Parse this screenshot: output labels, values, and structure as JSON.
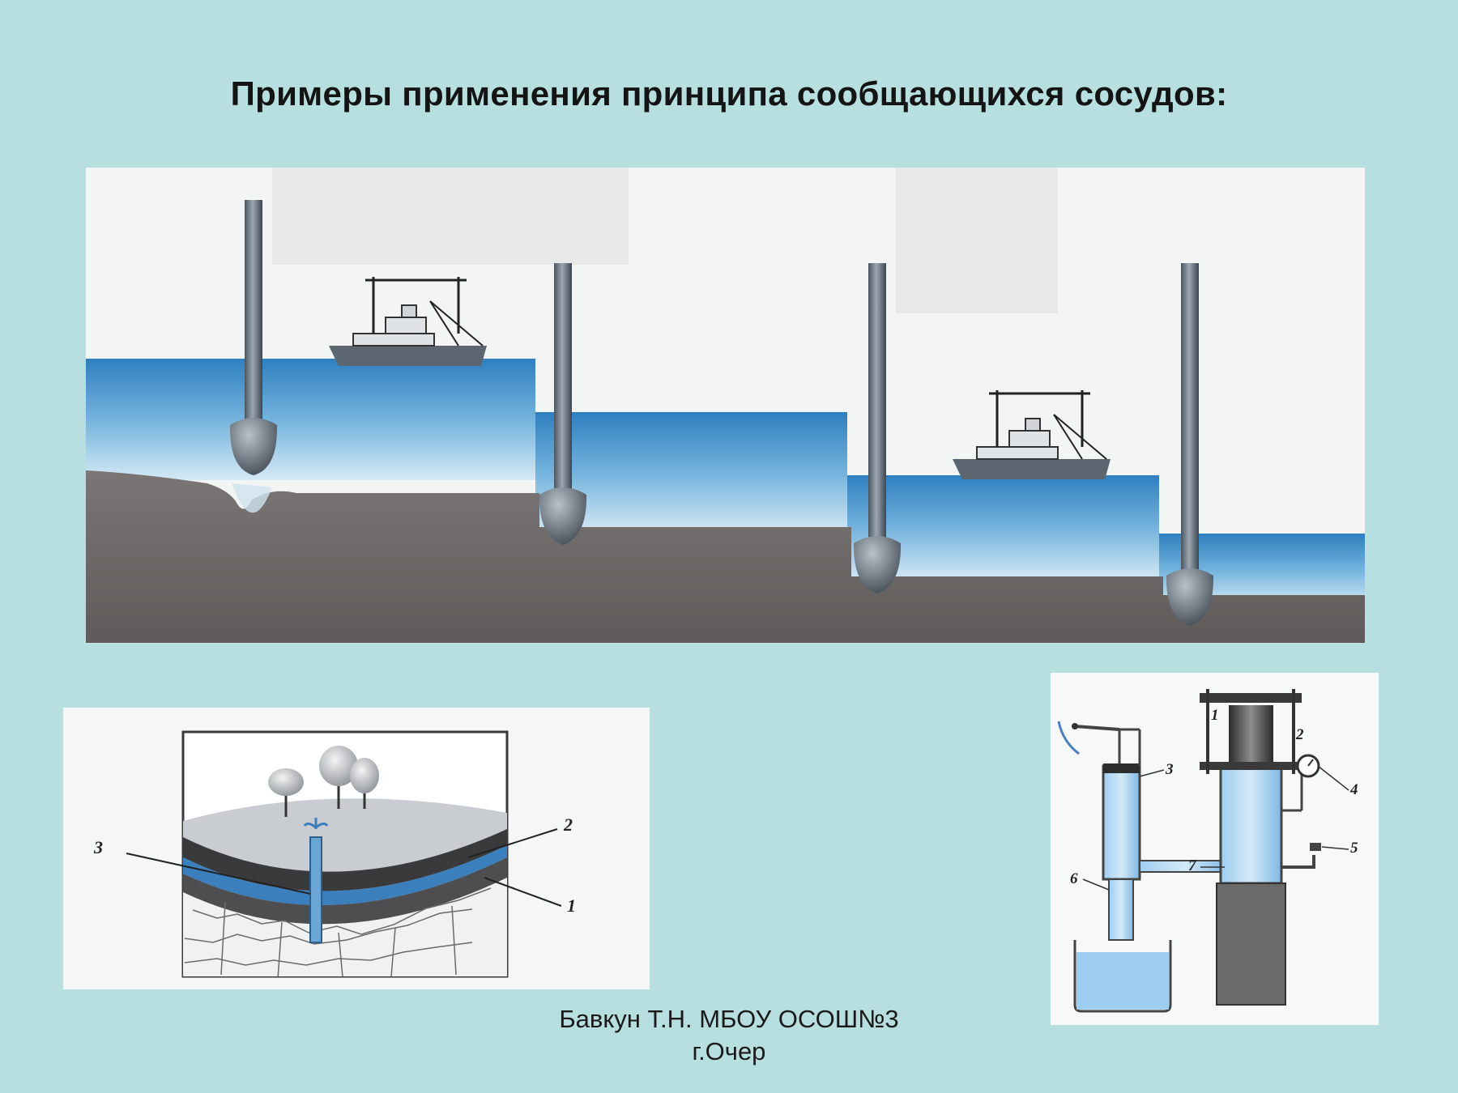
{
  "slide": {
    "title": "Примеры применения принципа сообщающихся сосудов:"
  },
  "locks_figure": {
    "elements": [
      "ship",
      "ship",
      "gate",
      "gate",
      "gate",
      "gate"
    ]
  },
  "artesian_figure": {
    "labels": [
      "1",
      "2",
      "3"
    ]
  },
  "press_figure": {
    "labels": [
      "1",
      "2",
      "3",
      "4",
      "5",
      "6",
      "7"
    ]
  },
  "footer": {
    "line1": "Бавкун  Т.Н. МБОУ ОСОШ№3",
    "line2": "г.Очер"
  },
  "colors": {
    "background": "#b7dfe0",
    "water": "#3d8fc7",
    "ground": "#6b6766"
  }
}
